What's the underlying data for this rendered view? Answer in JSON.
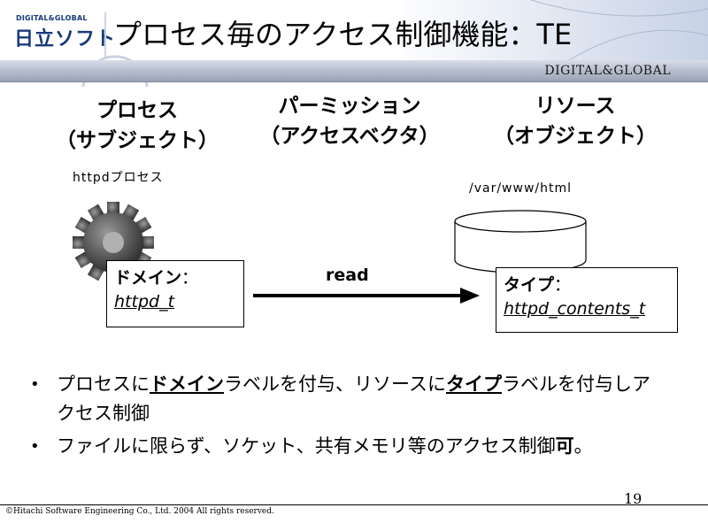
{
  "header": {
    "logo_small": "DIGITAL&GLOBAL",
    "logo_main": "日立ソフト",
    "title": "プロセス毎のアクセス制御機能：TE",
    "brand_label": "DIGITAL&GLOBAL"
  },
  "columns": {
    "subject_line1": "プロセス",
    "subject_line2": "（サブジェクト）",
    "permission_line1": "パーミッション",
    "permission_line2": "（アクセスベクタ）",
    "object_line1": "リソース",
    "object_line2": "（オブジェクト）"
  },
  "process_note": "httpdプロセス",
  "object_path": "/var/www/html",
  "domain_box": {
    "label": "ドメイン",
    "colon": "：",
    "value": "httpd_t"
  },
  "type_box": {
    "label": "タイプ",
    "colon": "：",
    "value": "httpd_contents_t"
  },
  "action_label": "read",
  "bullets": [
    {
      "dot": "•",
      "part1": "プロセスに",
      "em1": "ドメイン",
      "part2": "ラベルを付与、リソースに",
      "em2": "タイプ",
      "part3": "ラベルを付与しアクセス制御"
    },
    {
      "dot": "•",
      "part1": "ファイルに限らず、ソケット、共有メモリ等のアクセス制御",
      "strong": "可",
      "part2": "。"
    }
  ],
  "page_number": "19",
  "footer": "©Hitachi Software Engineering Co., Ltd. 2004 All rights reserved.",
  "icons": {
    "process": "gear-icon",
    "resource": "database-cylinder-icon",
    "flow": "right-arrow-icon"
  },
  "colors": {
    "logo_blue": "#173a7a",
    "header_bar": "#b8c0d0"
  }
}
